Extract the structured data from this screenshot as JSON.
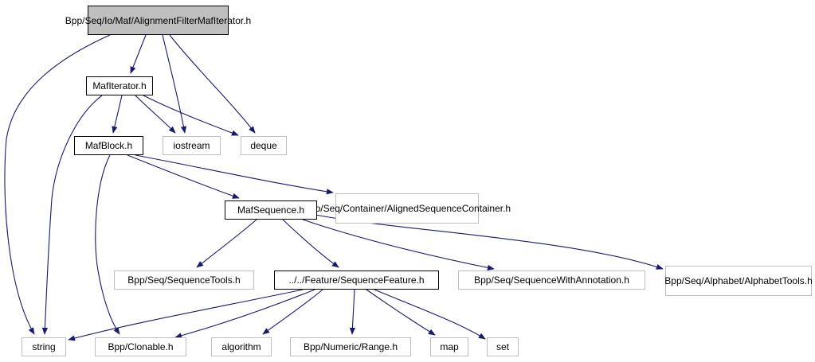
{
  "edge_color": "#191970",
  "root_fill": "#bfbfbf",
  "external_border": "#bfbfbf",
  "nodes": {
    "root": {
      "lines": [
        "Bpp/Seq/Io/Maf/Alignment",
        "FilterMafIterator.h"
      ],
      "kind": "root"
    },
    "mafiterator": {
      "lines": [
        "MafIterator.h"
      ],
      "kind": "local"
    },
    "iostream": {
      "lines": [
        "iostream"
      ],
      "kind": "external"
    },
    "deque": {
      "lines": [
        "deque"
      ],
      "kind": "external"
    },
    "mafblock": {
      "lines": [
        "MafBlock.h"
      ],
      "kind": "local"
    },
    "alignedcontainer": {
      "lines": [
        "Bpp/Seq/Container/Aligned",
        "SequenceContainer.h"
      ],
      "kind": "external"
    },
    "mafsequence": {
      "lines": [
        "MafSequence.h"
      ],
      "kind": "local"
    },
    "sequencetools": {
      "lines": [
        "Bpp/Seq/SequenceTools.h"
      ],
      "kind": "external"
    },
    "sequencefeature": {
      "lines": [
        "../../Feature/SequenceFeature.h"
      ],
      "kind": "local"
    },
    "seqwithannotation": {
      "lines": [
        "Bpp/Seq/SequenceWithAnnotation.h"
      ],
      "kind": "external"
    },
    "alphabettools": {
      "lines": [
        "Bpp/Seq/Alphabet/Alphabet",
        "Tools.h"
      ],
      "kind": "external"
    },
    "string": {
      "lines": [
        "string"
      ],
      "kind": "external"
    },
    "clonable": {
      "lines": [
        "Bpp/Clonable.h"
      ],
      "kind": "external"
    },
    "algorithm": {
      "lines": [
        "algorithm"
      ],
      "kind": "external"
    },
    "range": {
      "lines": [
        "Bpp/Numeric/Range.h"
      ],
      "kind": "external"
    },
    "map": {
      "lines": [
        "map"
      ],
      "kind": "external"
    },
    "set": {
      "lines": [
        "set"
      ],
      "kind": "external"
    }
  },
  "edges": [
    {
      "from": "root",
      "to": "mafiterator"
    },
    {
      "from": "root",
      "to": "iostream"
    },
    {
      "from": "root",
      "to": "deque"
    },
    {
      "from": "root",
      "to": "string"
    },
    {
      "from": "mafiterator",
      "to": "mafblock"
    },
    {
      "from": "mafiterator",
      "to": "iostream"
    },
    {
      "from": "mafiterator",
      "to": "deque"
    },
    {
      "from": "mafiterator",
      "to": "string"
    },
    {
      "from": "mafblock",
      "to": "mafsequence"
    },
    {
      "from": "mafblock",
      "to": "alignedcontainer"
    },
    {
      "from": "mafblock",
      "to": "clonable"
    },
    {
      "from": "mafsequence",
      "to": "sequencetools"
    },
    {
      "from": "mafsequence",
      "to": "sequencefeature"
    },
    {
      "from": "mafsequence",
      "to": "seqwithannotation"
    },
    {
      "from": "mafsequence",
      "to": "alphabettools"
    },
    {
      "from": "sequencefeature",
      "to": "string"
    },
    {
      "from": "sequencefeature",
      "to": "clonable"
    },
    {
      "from": "sequencefeature",
      "to": "algorithm"
    },
    {
      "from": "sequencefeature",
      "to": "range"
    },
    {
      "from": "sequencefeature",
      "to": "map"
    },
    {
      "from": "sequencefeature",
      "to": "set"
    }
  ]
}
